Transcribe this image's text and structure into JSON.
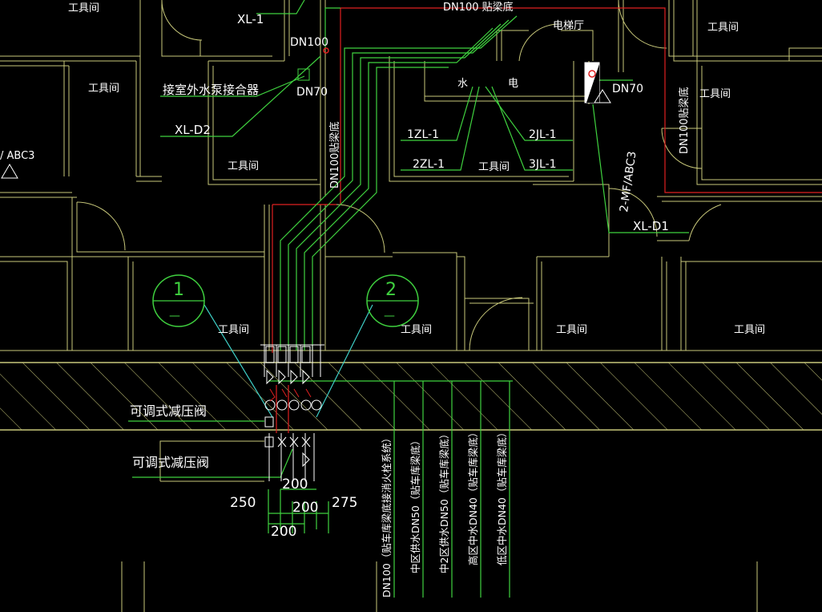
{
  "colors": {
    "background": "#000000",
    "wall": "#c8c87a",
    "pipe_green": "#3fd13f",
    "pipe_red": "#e02020",
    "leader_cyan": "#3fd1c8",
    "text": "#ffffff"
  },
  "rooms": {
    "tool_room": "工具间",
    "elevator_hall": "电梯厅",
    "water": "水",
    "electric": "电"
  },
  "labels": {
    "xl1": "XL-1",
    "dn100_a": "DN100",
    "dn100_top": "DN100 贴梁底",
    "connector": "接室外水泵接合器",
    "dn70_a": "DN70",
    "dn70_b": "DN70",
    "xld2": "XL-D2",
    "abc3_left": "/ ABC3",
    "dn100_vert": "DN100贴梁底",
    "dn100_vert_right": "DN100贴梁底",
    "zl1": "1ZL-1",
    "zl2": "2ZL-1",
    "jl2": "2JL-1",
    "jl3": "3JL-1",
    "mf": "2-MF/ABC3",
    "xld1": "XL-D1",
    "circle1": "1",
    "circle2": "2",
    "circle_dash": "—",
    "prv_a": "可调式减压阀",
    "prv_b": "可调式减压阀"
  },
  "dimensions": {
    "d250": "250",
    "d200_top": "200",
    "d200_mid": "200",
    "d275": "275",
    "d200_bottom": "200"
  },
  "pipe_notes": [
    "DN100（贴车库梁底接消火栓系统）",
    "中区供水DN50（贴车库梁底）",
    "中2区供水DN50（贴车库梁底）",
    "高区中水DN40（贴车库梁底）",
    "低区中水DN40（贴车库梁底）"
  ]
}
